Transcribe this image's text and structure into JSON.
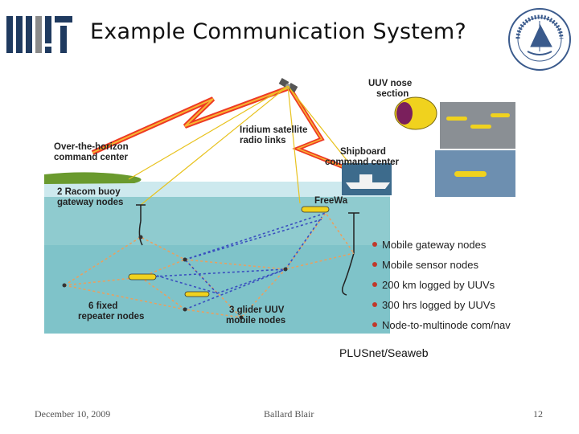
{
  "slide": {
    "title": "Example Communication System?",
    "caption": "PLUSnet/Seaweb",
    "footer": {
      "date": "December 10, 2009",
      "author": "Ballard Blair",
      "page": "12"
    }
  },
  "diagram": {
    "labels": {
      "uuv_nose_1": "UUV nose",
      "uuv_nose_2": "section",
      "iridium_1": "Iridium satellite",
      "iridium_2": "radio links",
      "oth_1": "Over-the-horizon",
      "oth_2": "command center",
      "shipboard_1": "Shipboard",
      "shipboard_2": "command center",
      "racom_1": "2 Racom buoy",
      "racom_2": "gateway nodes",
      "freewave": "FreeWa",
      "repeater_1": "6 fixed",
      "repeater_2": "repeater nodes",
      "glider_1": "3 glider UUV",
      "glider_2": "mobile nodes"
    },
    "bullets": [
      "Mobile gateway nodes",
      "Mobile sensor nodes",
      "200 km logged by UUVs",
      "300 hrs logged by UUVs",
      "Node-to-multinode com/nav"
    ],
    "colors": {
      "bullet": "#c0392b",
      "lightning": "#ee3a24",
      "water": "#7fc3c9",
      "land": "#6a9a2e"
    }
  }
}
